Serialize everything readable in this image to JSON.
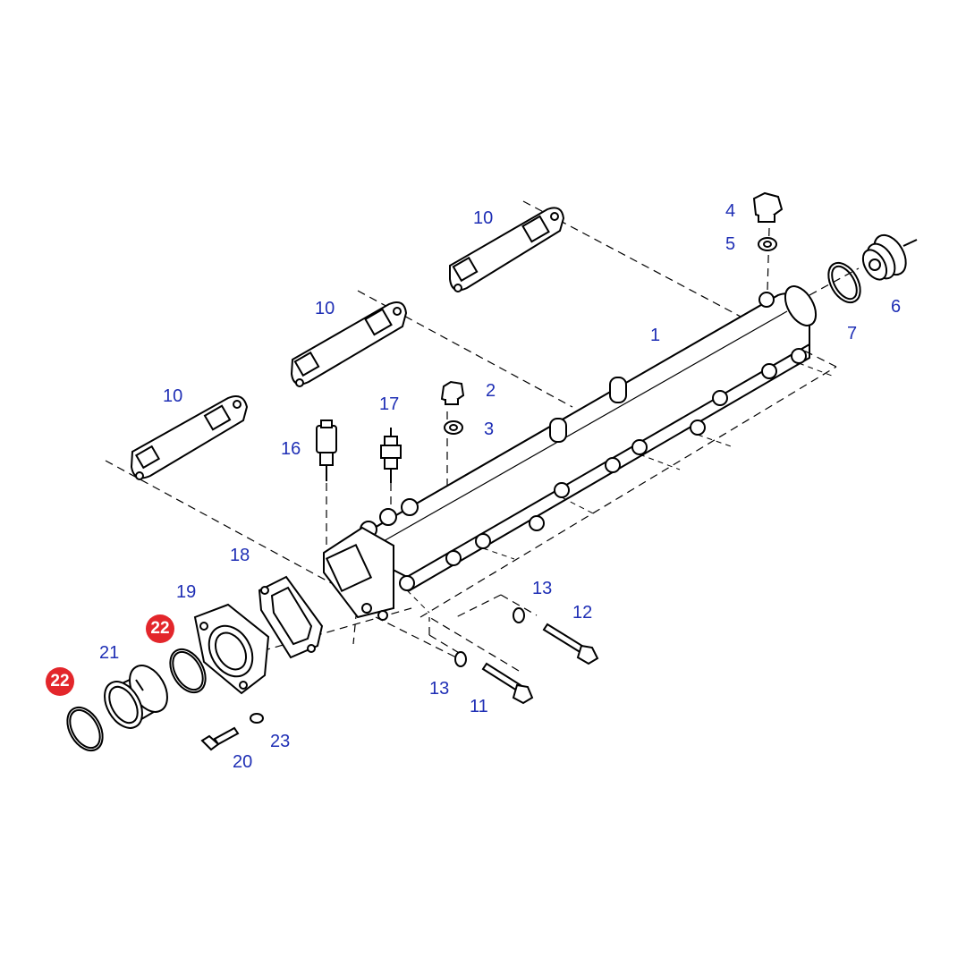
{
  "colors": {
    "background": "#ffffff",
    "linework": "#000000",
    "callout_text": "#1f2fb5",
    "highlight_badge": "#e3262b",
    "highlight_text": "#ffffff"
  },
  "callouts": {
    "part_1": "1",
    "part_2": "2",
    "part_3": "3",
    "part_4": "4",
    "part_5": "5",
    "part_6": "6",
    "part_7": "7",
    "part_10_a": "10",
    "part_10_b": "10",
    "part_10_c": "10",
    "part_11": "11",
    "part_12": "12",
    "part_13_a": "13",
    "part_13_b": "13",
    "part_16": "16",
    "part_17": "17",
    "part_18": "18",
    "part_19": "19",
    "part_20": "20",
    "part_21": "21",
    "part_22_a": "22",
    "part_22_b": "22",
    "part_23": "23"
  }
}
